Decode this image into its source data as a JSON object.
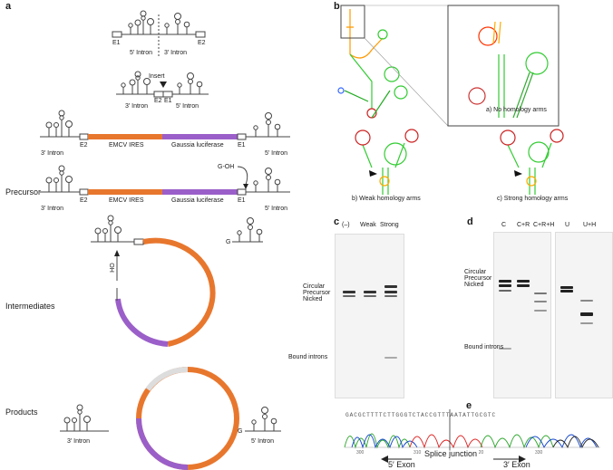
{
  "panel_labels": {
    "a": "a",
    "b": "b",
    "c": "c",
    "d": "d",
    "e": "e"
  },
  "panel_a": {
    "row1": {
      "e1": "E1",
      "e2": "E2",
      "intron5": "5′ Intron",
      "intron3": "3′ Intron"
    },
    "row2": {
      "insert": "Insert",
      "intron3": "3′ Intron",
      "intron5": "5′ Intron",
      "e2": "E2",
      "e1": "E1"
    },
    "row3": {
      "e2": "E2",
      "ires": "EMCV IRES",
      "luc": "Gaussia luciferase",
      "e1": "E1",
      "intron3": "3′ Intron",
      "intron5": "5′ Intron"
    },
    "row4": {
      "stage": "Precursor",
      "goh": "G-OH",
      "e2": "E2",
      "ires": "EMCV IRES",
      "luc": "Gaussia luciferase",
      "e1": "E1",
      "intron3": "3′ Intron",
      "intron5": "5′ Intron"
    },
    "intermediates": {
      "stage": "Intermediates",
      "oh": "OH",
      "g": "G"
    },
    "products": {
      "stage": "Products",
      "intron3": "3′ Intron",
      "g": "G",
      "intron5": "5′ Intron"
    },
    "colors": {
      "ires": "#e8772e",
      "luc": "#9b5fc9",
      "line": "#444444"
    }
  },
  "panel_b": {
    "captions": {
      "a": "a) No homology arms",
      "b": "b) Weak homology arms",
      "c": "c) Strong homology arms"
    }
  },
  "panel_c": {
    "lanes": [
      "(–)",
      "Weak",
      "Strong"
    ],
    "band_labels": {
      "circular": "Circular",
      "precursor": "Precursor",
      "nicked": "Nicked",
      "bound": "Bound introns"
    }
  },
  "panel_d": {
    "lanes": [
      "C",
      "C+R",
      "C+R+H",
      "U",
      "U+H"
    ],
    "band_labels": {
      "circular": "Circular",
      "precursor": "Precursor",
      "nicked": "Nicked",
      "bound": "Bound introns"
    }
  },
  "panel_e": {
    "sequence": "GACGCTTTTCTTGGGTCTACCGTTTAATATTGCGTC",
    "ticks": [
      "300",
      "310",
      "320",
      "330"
    ],
    "junction": "Splice junction",
    "exon5": "5′ Exon",
    "exon3": "3′ Exon"
  }
}
